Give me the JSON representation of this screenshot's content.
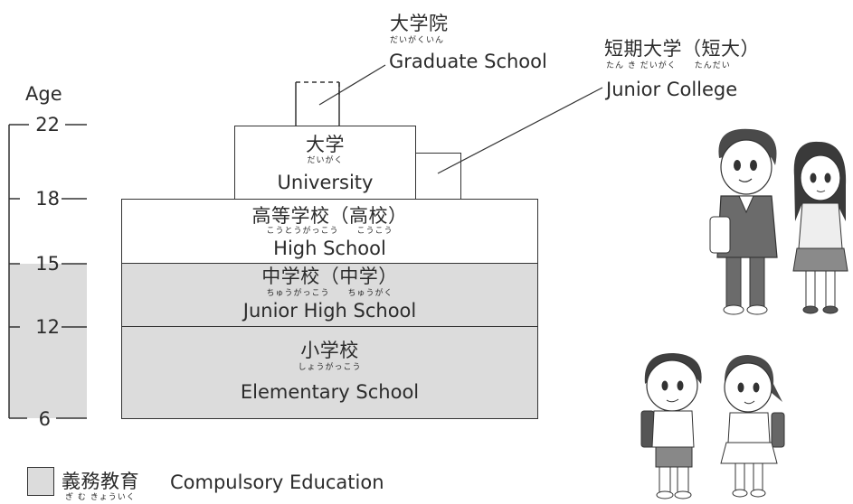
{
  "age_scale": {
    "title": "Age",
    "ticks": [
      "22",
      "18",
      "15",
      "12",
      "6"
    ]
  },
  "levels": {
    "graduate": {
      "jp": "大学院",
      "ruby": "だいがくいん",
      "en": "Graduate School"
    },
    "junior_college": {
      "jp": "短期大学（短大）",
      "ruby": "たん き だいがく　　たんだい",
      "en": "Junior College"
    },
    "university": {
      "jp": "大学",
      "ruby": "だいがく",
      "en": "University"
    },
    "high_school": {
      "jp": "高等学校（高校）",
      "ruby": "こうとうがっこう　　こうこう",
      "en": "High School"
    },
    "junior_high": {
      "jp": "中学校（中学）",
      "ruby": "ちゅうがっこう　　ちゅうがく",
      "en": "Junior High School"
    },
    "elementary": {
      "jp": "小学校",
      "ruby": "しょうがっこう",
      "en": "Elementary School"
    }
  },
  "legend": {
    "jp": "義務教育",
    "ruby": "ぎ む きょういく",
    "en": "Compulsory Education"
  },
  "colors": {
    "compulsory_fill": "#dcdcdc",
    "line": "#333333"
  }
}
